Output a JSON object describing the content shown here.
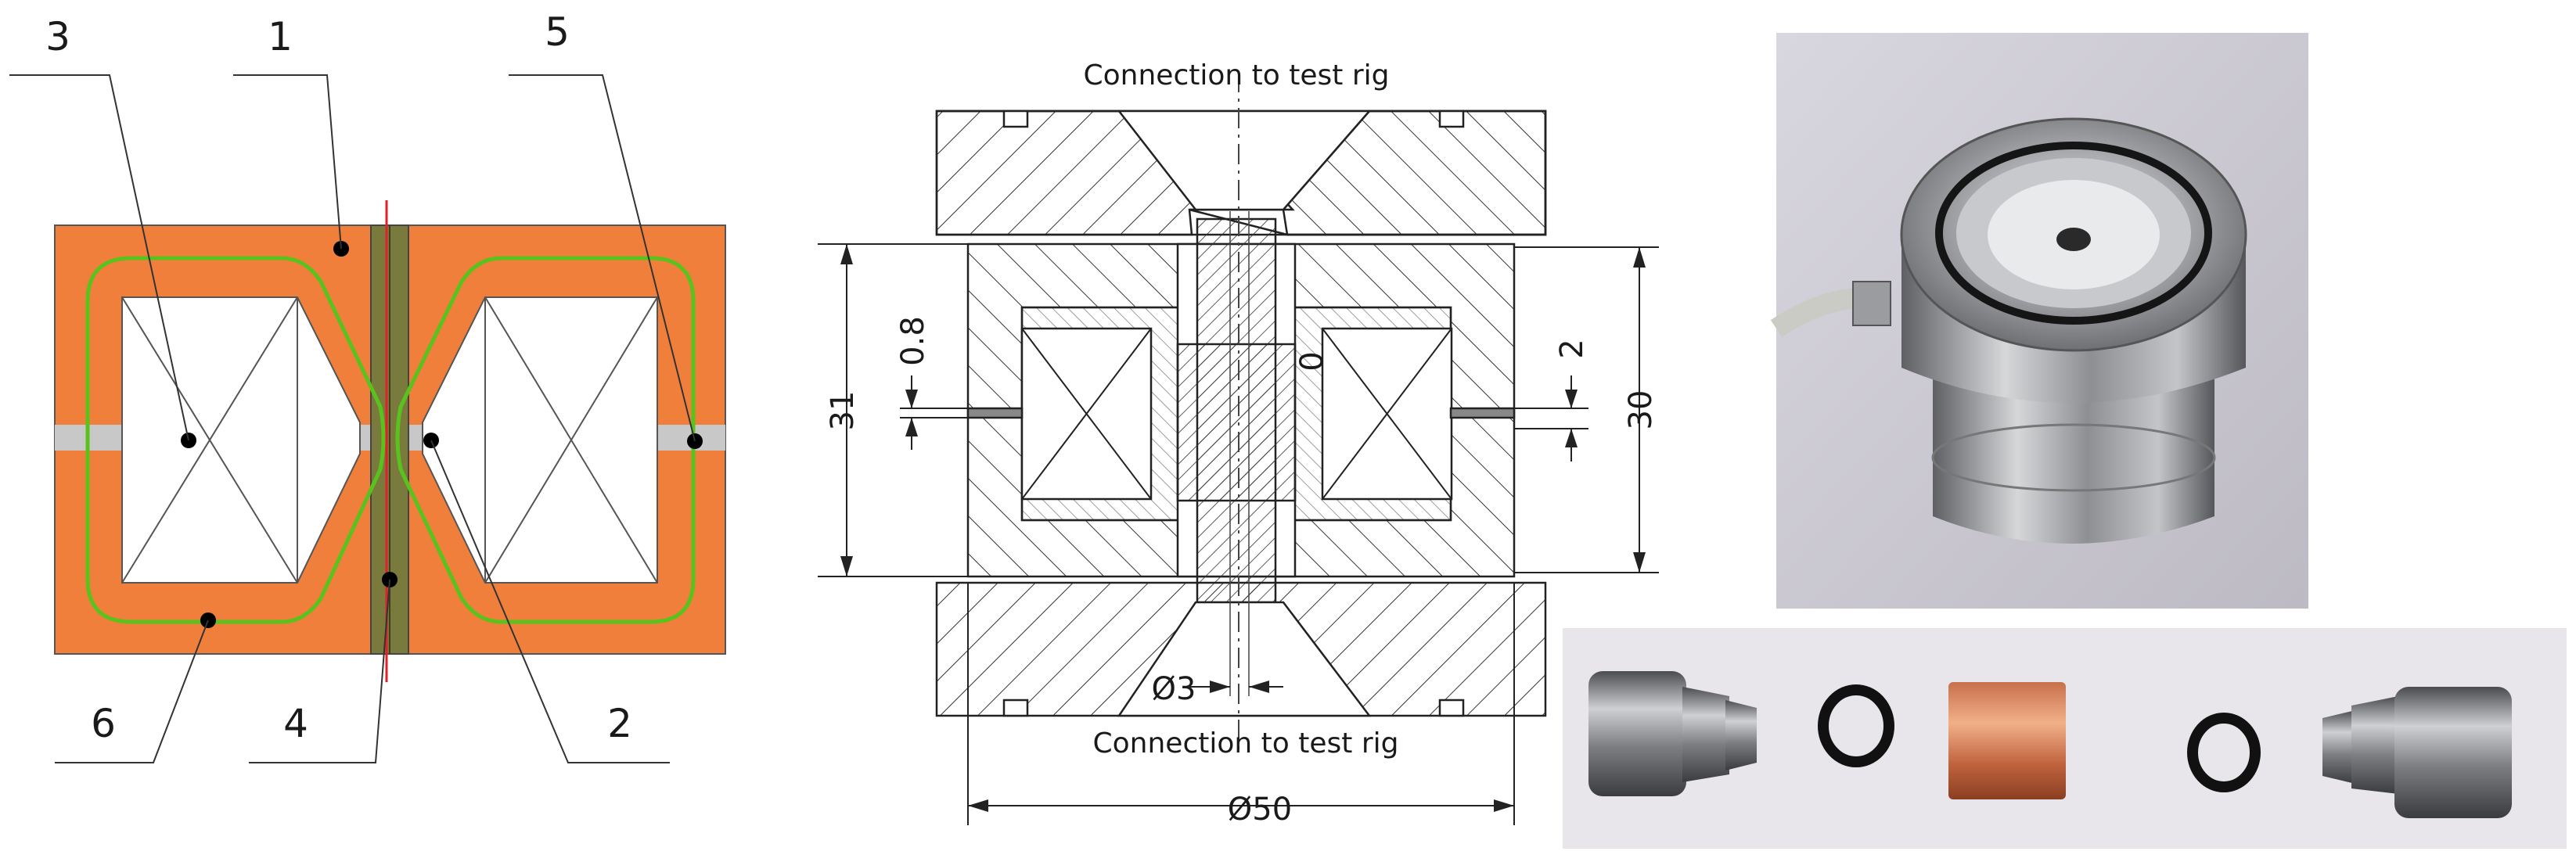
{
  "schematic": {
    "labels": [
      "1",
      "2",
      "3",
      "4",
      "5",
      "6"
    ],
    "colors": {
      "core": "#f07f3c",
      "flux_path": "#5ac21c",
      "sample": "#7a7a3c",
      "axis": "#e0202a",
      "gap": "#c8c8c8"
    }
  },
  "drawing": {
    "connection_top": "Connection to test rig",
    "connection_bottom": "Connection to test rig",
    "dim_31": "31",
    "dim_30": "30",
    "dim_08": "0.8",
    "dim_2": "2",
    "dim_0": "0",
    "dim_d3": "Ø3",
    "dim_d50": "Ø50"
  },
  "photos": {
    "assembled_photo": "assembled-sensor-photo",
    "parts_photo": "disassembled-parts-photo"
  }
}
